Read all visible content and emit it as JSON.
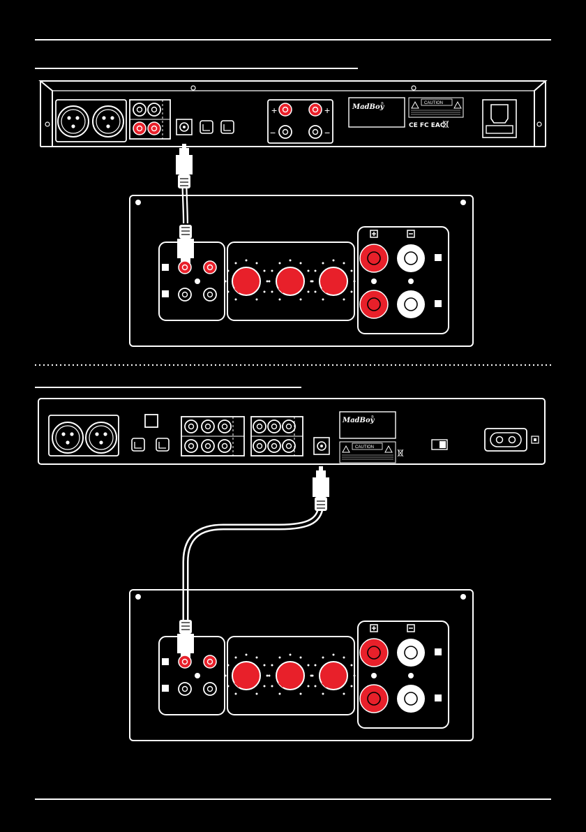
{
  "brand": "MadBoy",
  "brand_mark": "®",
  "caution_label": "CAUTION",
  "certifications": "CE FC EAC",
  "colors": {
    "background": "#000000",
    "line": "#ffffff",
    "accent_red": "#e8202a",
    "terminal_white": "#ffffff"
  },
  "icons": {
    "warning": "warning-triangle-icon",
    "weee": "crossed-bin-icon",
    "plus": "plus-icon",
    "minus": "minus-icon"
  },
  "diagrams": [
    {
      "id": "top",
      "source_device": "amplifier rear panel (rack)",
      "target_device": "subwoofer amplifier panel",
      "connection": "single RCA cable"
    },
    {
      "id": "bottom",
      "source_device": "receiver rear panel",
      "target_device": "subwoofer amplifier panel",
      "connection": "single RCA cable"
    }
  ],
  "plate_symbols": {
    "plus": "+",
    "minus": "−"
  }
}
